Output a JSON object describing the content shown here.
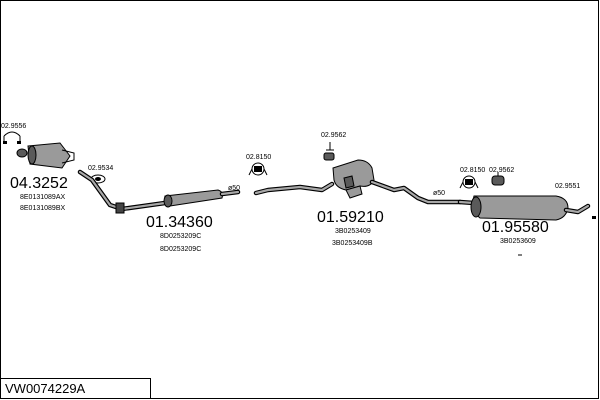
{
  "diagram_code": "VW0074229A",
  "parts": {
    "catalyst": {
      "number": "04.3252",
      "oe1": "8E0131089AX",
      "oe2": "8E0131089BX"
    },
    "front_silencer": {
      "number": "01.34360",
      "oe1": "8D0253209C",
      "oe2": "8D0253209C"
    },
    "middle_silencer": {
      "number": "01.59210",
      "oe1": "3B0253409",
      "oe2": "3B0253409B"
    },
    "rear_silencer": {
      "number": "01.95580",
      "oe1": "3B0253609"
    }
  },
  "fittings": {
    "clamp_catalyst": "02.9556",
    "gasket_downpipe": "02.9534",
    "clamp_front": "02.8150",
    "hanger_middle": "02.9562",
    "clamp_rear": "02.8150",
    "hanger_rear": "02.9562",
    "tailpipe_trim": "02.9551"
  },
  "pipe_diameters": {
    "front": "ø50",
    "rear": "ø50"
  }
}
